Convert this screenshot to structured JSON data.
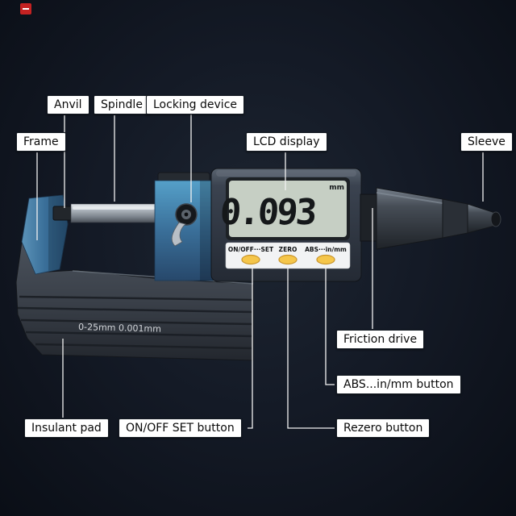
{
  "background": {
    "center": "#1d2531",
    "edge": "#0a0e16"
  },
  "annotations": {
    "anvil": "Anvil",
    "spindle": "Spindle",
    "locking_device": "Locking device",
    "frame": "Frame",
    "lcd_display": "LCD display",
    "sleeve": "Sleeve",
    "friction_drive": "Friction drive",
    "abs_in_mm_button": "ABS...in/mm button",
    "rezero_button": "Rezero button",
    "on_off_set_button": "ON/OFF SET button",
    "insulant_pad": "Insulant pad"
  },
  "micrometer": {
    "lcd_value": "0.093",
    "lcd_unit": "mm",
    "button_labels": [
      "ON/OFF···SET",
      "ZERO",
      "ABS···in/mm"
    ],
    "range_spec": "0-25mm  0.001mm",
    "colors": {
      "frame_blue": "#3a6f99",
      "body_gray": "#3a4049",
      "lcd_bg": "#c6cfc4",
      "button_yellow": "#f5c64a",
      "panel_white": "#f2f3f4",
      "connector_line": "#f2f2f2"
    }
  },
  "icons": {
    "watermark": "red-stamp"
  }
}
